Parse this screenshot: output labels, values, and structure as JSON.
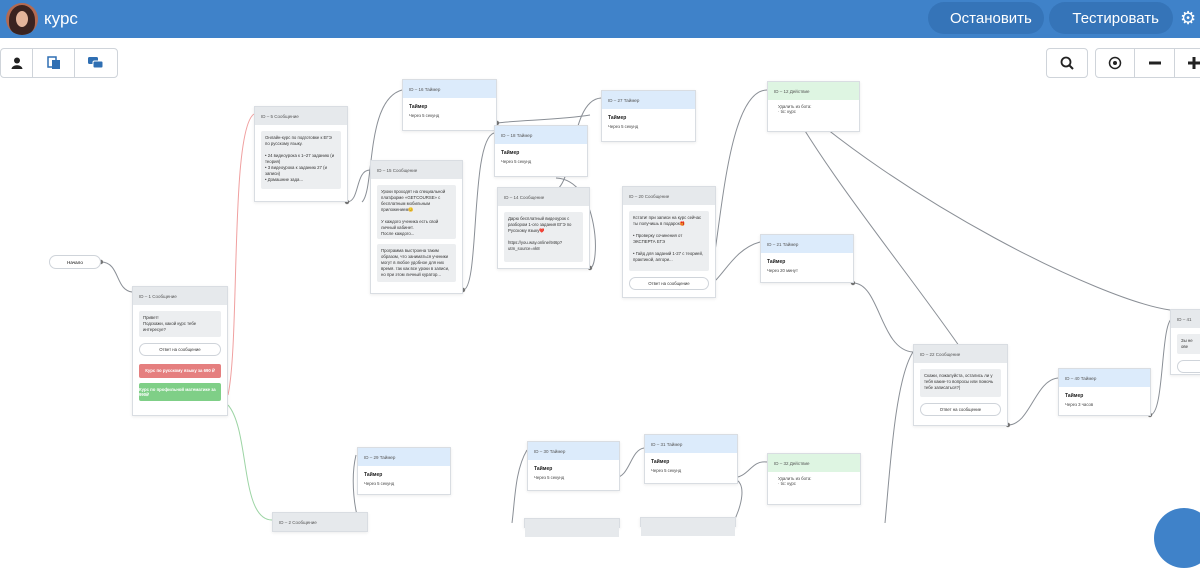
{
  "header": {
    "title": "курс",
    "stop_label": "Остановить",
    "test_label": "Тестировать",
    "colors": {
      "bar": "#3f82c9",
      "button": "#3574b8"
    }
  },
  "toolbar": {
    "left_icons": [
      "user-icon",
      "copy-icon",
      "chat-icon"
    ],
    "right_icons": [
      "search-icon",
      "target-icon",
      "zoom-out-icon",
      "zoom-in-icon"
    ]
  },
  "start_label": "Начало",
  "nodes": {
    "n1": {
      "head": "ID – 1    Сообщение",
      "msg": "Привет!\nПодскажи, какой курс тебе интересуе?",
      "reply": "Ответ на сообщение",
      "btn1": "Курс по русскому языку за 690 ₽",
      "btn2": "Курс по профильной математике за 990₽"
    },
    "n5": {
      "head": "ID – 5    Сообщение",
      "msg": "Онлайн-курс по подготовке к ЕГЭ по русскому языку.\n\n• 24 видеоурока к 1–27 заданию (и теория)\n• 3 видеоурока к заданию 27 (и записи)\n• Домашние зада..."
    },
    "n15": {
      "head": "ID – 15    Сообщение",
      "msg1": "Уроки проходят на специальной платформе «GETCOURSE» с бесплатным мобильным приложением😊\n\nУ каждого ученика есть свой личный кабинет.\nПосле каждого...",
      "msg2": "Программа выстроена таким образом, что заниматься ученики могут в любое удобное для них время. так как все уроки в записи, но при этом личный куратор..."
    },
    "n16": {
      "head": "ID – 16    Таймер",
      "title": "Таймер",
      "sub": "Через 5 секунд"
    },
    "n18": {
      "head": "ID – 18    Таймер",
      "title": "Таймер",
      "sub": "Через 5 секунд"
    },
    "n14": {
      "head": "ID – 14    Сообщение",
      "msg": "Дарю бесплатный видеоурок с разбором 1-ого задания ЕГЭ по Русскому языку❤️\n\nhttps://you.way.online/946p?utm_source=vk8"
    },
    "n27": {
      "head": "ID – 27    Таймер",
      "title": "Таймер",
      "sub": "Через 5 секунд"
    },
    "n20": {
      "head": "ID – 20    Сообщение",
      "msg1": "Кстати! при записи на курс сейчас ты получишь в подарок🎁\n\n• Проверку сочинения от ЭКСПЕРТА ЕГЭ\n\n• Гайд для заданий 1-27 с теорией, практикой, алгори...",
      "reply": "Ответ на сообщение"
    },
    "n12": {
      "head": "ID – 12    Действие",
      "line1": "Удалить из бота:",
      "line2": "· tic: курс"
    },
    "n21": {
      "head": "ID – 21    Таймер",
      "title": "Таймер",
      "sub": "Через 20 минут"
    },
    "n22": {
      "head": "ID – 22    Сообщение",
      "msg": "Скажи, пожалуйста, остались ли у тебя какие-то вопросы или помочь тебе записаться?)",
      "reply": "Ответ на сообщение"
    },
    "n40": {
      "head": "ID – 40    Таймер",
      "title": "Таймер",
      "sub": "Через 3 часов"
    },
    "n41": {
      "head": "ID – 41",
      "msg": "Зы не ове"
    },
    "n29": {
      "head": "ID – 29    Таймер",
      "title": "Таймер",
      "sub": "Через 5 секунд"
    },
    "n30": {
      "head": "ID – 30    Таймер",
      "title": "Таймер",
      "sub": "Через 5 секунд"
    },
    "n31": {
      "head": "ID – 31    Таймер",
      "title": "Таймер",
      "sub": "Через 5 секунд"
    },
    "n32": {
      "head": "ID – 32    Действие",
      "line1": "Удалить из бота:",
      "line2": "· tic: курс"
    },
    "n2": {
      "head": "ID – 2    Сообщение"
    }
  }
}
